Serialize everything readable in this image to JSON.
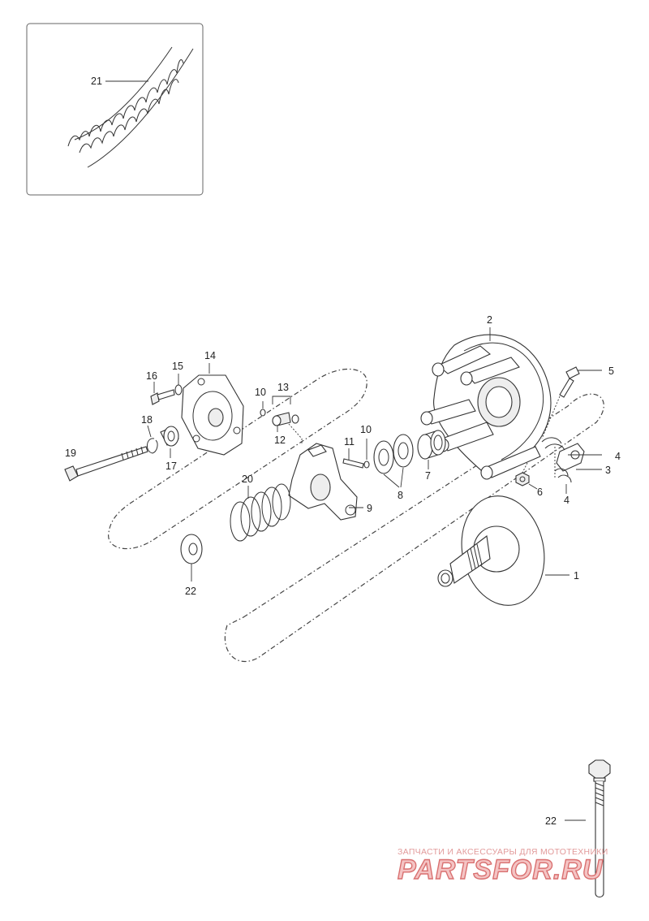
{
  "diagram": {
    "labels": {
      "p1": "1",
      "p2": "2",
      "p3": "3",
      "p4a": "4",
      "p4b": "4",
      "p5": "5",
      "p6": "6",
      "p7": "7",
      "p8": "8",
      "p9": "9",
      "p10a": "10",
      "p10b": "10",
      "p11": "11",
      "p12": "12",
      "p13": "13",
      "p14": "14",
      "p15": "15",
      "p16": "16",
      "p17": "17",
      "p18": "18",
      "p19": "19",
      "p20": "20",
      "p21": "21",
      "p22a": "22",
      "p22b": "22"
    }
  },
  "watermark": {
    "tagline": "ЗАПЧАСТИ И АКСЕССУАРЫ ДЛЯ МОТОТЕХНИКИ",
    "brand": "PARTSFOR.RU"
  }
}
